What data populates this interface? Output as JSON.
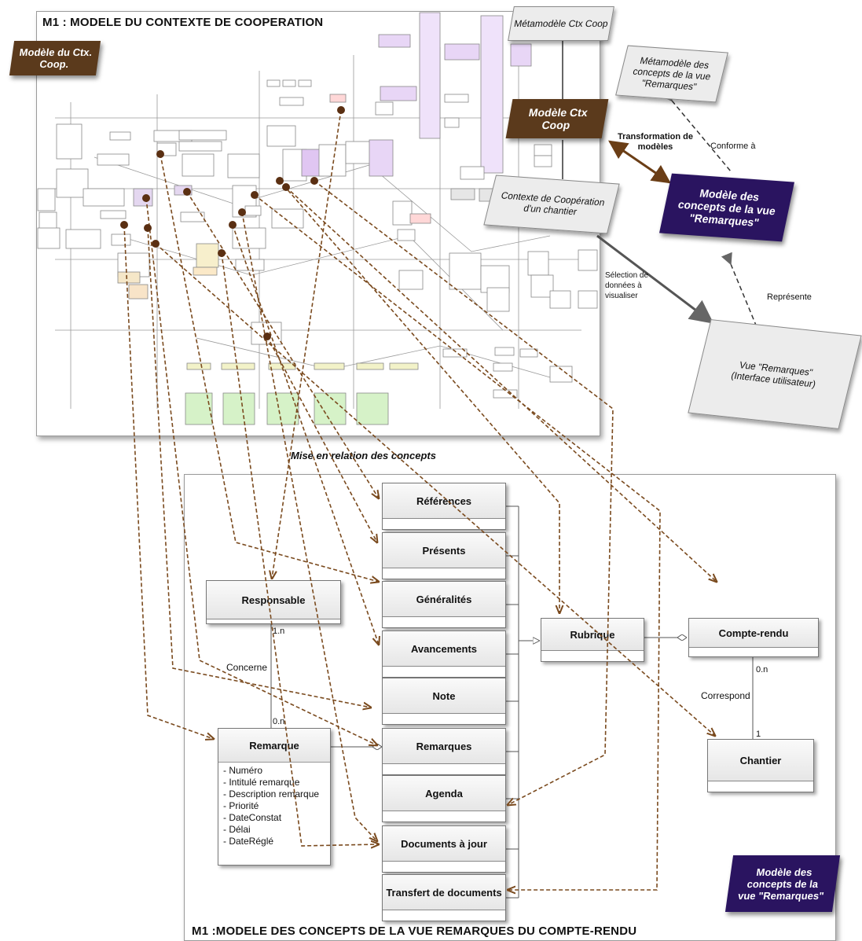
{
  "top_model": {
    "title": "M1 : MODELE DU CONTEXTE DE COOPERATION",
    "tag": "Modèle du Ctx. Coop."
  },
  "bottom_model": {
    "title": "M1 :MODELE DES CONCEPTS DE LA VUE REMARQUES DU COMPTE-RENDU",
    "tag": "Modèle des concepts de la vue \"Remarques\""
  },
  "mapping_caption": "Mise en relation des concepts",
  "tiles": {
    "metamodel_ctx": "Métamodèle Ctx Coop",
    "metamodel_concepts": "Métamodèle des concepts de la vue \"Remarques\"",
    "model_ctx": "Modèle Ctx Coop",
    "model_concepts": "Modèle des concepts de la vue \"Remarques\"",
    "context_site": "Contexte de Coopération d'un chantier",
    "view": "Vue \"Remarques\" (Interface utilisateur)"
  },
  "edge_labels": {
    "transformation": "Transformation de modèles",
    "conforme": "Conforme à",
    "represente": "Représente",
    "selection": "Sélection de données à visualiser"
  },
  "uml": {
    "responsable": "Responsable",
    "remarque": "Remarque",
    "remarque_attrs": [
      "- Numéro",
      "- Intitulé remarque",
      "- Description remarque",
      "- Priorité",
      "- DateConstat",
      "- Délai",
      "- DateRéglé"
    ],
    "column": [
      "Références",
      "Présents",
      "Généralités",
      "Avancements",
      "Note",
      "Remarques",
      "Agenda",
      "Documents à jour",
      "Transfert de documents"
    ],
    "rubrique": "Rubrique",
    "compte_rendu": "Compte-rendu",
    "chantier": "Chantier"
  },
  "associations": {
    "concerne": "Concerne",
    "concerne_mult_top": "1.n",
    "concerne_mult_bottom": "0.n",
    "correspond": "Correspond",
    "correspond_mult_top": "0.n",
    "correspond_mult_bottom": "1"
  },
  "colors": {
    "brown": "#5b3a1c",
    "brown_arrow": "#7a4a1e",
    "purple": "#2a1460",
    "light_tile": "#ececec"
  }
}
